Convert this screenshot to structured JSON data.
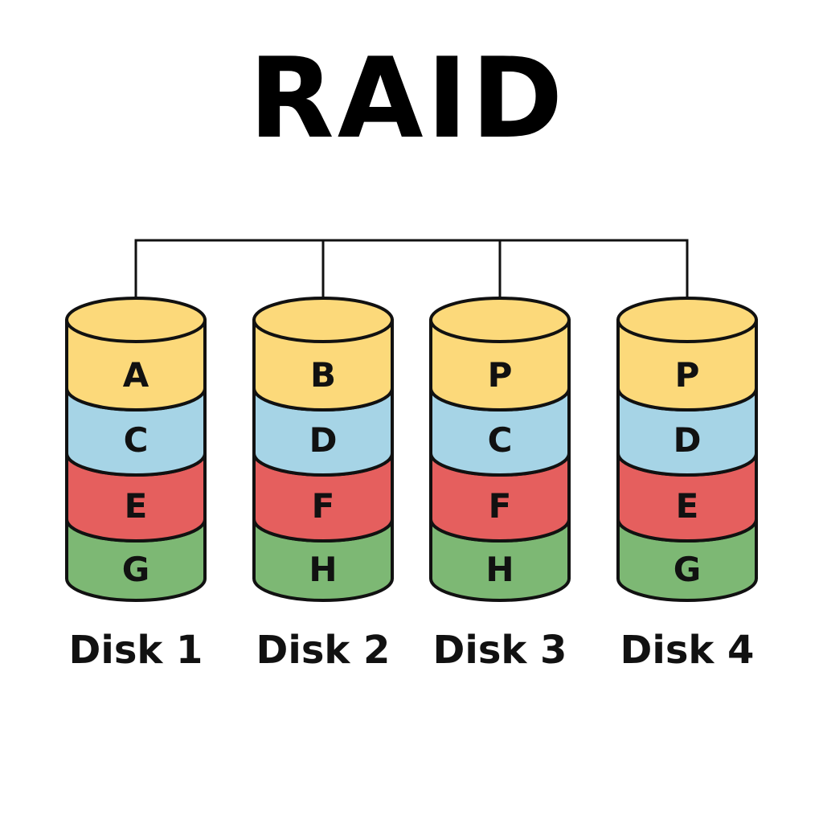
{
  "title": "RAID",
  "colors": {
    "outline": "#111111",
    "connector": "#111111",
    "band_yellow": "#FCD97A",
    "band_blue": "#A6D4E6",
    "band_red": "#E55F5E",
    "band_green": "#7DB874"
  },
  "band_color_order": [
    "band_yellow",
    "band_blue",
    "band_red",
    "band_green"
  ],
  "disks": [
    {
      "name": "Disk 1",
      "blocks": [
        "A",
        "C",
        "E",
        "G"
      ]
    },
    {
      "name": "Disk 2",
      "blocks": [
        "B",
        "D",
        "F",
        "H"
      ]
    },
    {
      "name": "Disk 3",
      "blocks": [
        "P",
        "C",
        "F",
        "H"
      ]
    },
    {
      "name": "Disk 4",
      "blocks": [
        "P",
        "D",
        "E",
        "G"
      ]
    }
  ]
}
